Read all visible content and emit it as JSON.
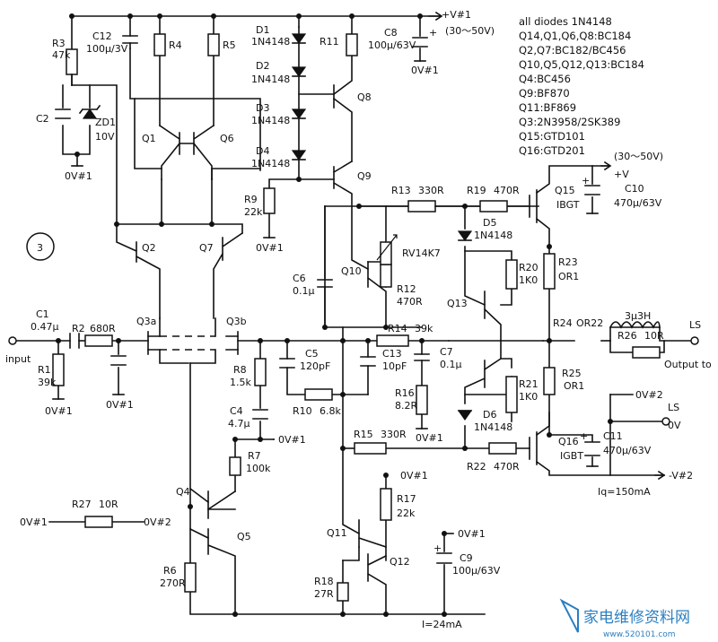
{
  "labels": {
    "vplus1": "+V#1",
    "vplus1_range": "(30～50V)",
    "gnd1": "0V#1",
    "vplus": "+V",
    "vplus_range": "(30～50V)",
    "vminus2": "-V#2",
    "gnd2": "0V#2",
    "input": "input",
    "ls": "LS",
    "ls0v": "0V",
    "output": "Output to",
    "iq": "Iq=150mA",
    "i24": "I=24mA",
    "circled": "3"
  },
  "notes": [
    "all diodes 1N4148",
    "Q14,Q1,Q6,Q8:BC184",
    "Q2,Q7:BC182/BC456",
    "Q10,Q5,Q12,Q13:BC184",
    "Q4:BC456",
    "Q9:BF870",
    "Q11:BF869",
    "Q3:2N3958/2SK389",
    "Q15:GTD101",
    "Q16:GTD201"
  ],
  "parts": {
    "r3": "R3",
    "r3v": "47k",
    "c12": "C12",
    "c12v": "100μ/3V",
    "r4": "R4",
    "r5": "R5",
    "d1": "D1",
    "d2": "D2",
    "d3": "D3",
    "d4": "D4",
    "dv": "1N4148",
    "r11": "R11",
    "c8": "C8",
    "c8v": "100μ/63V",
    "c2": "C2",
    "zd1": "ZD1",
    "zd1v": "10V",
    "q1": "Q1",
    "q6": "Q6",
    "q8": "Q8",
    "q9": "Q9",
    "r9": "R9",
    "r9v": "22k",
    "r13": "R13",
    "r13v": "330R",
    "r19": "R19",
    "r19v": "470R",
    "q15": "Q15",
    "q15t": "IBGT",
    "c10": "C10",
    "c10v": "470μ/63V",
    "q2": "Q2",
    "q7": "Q7",
    "rv1": "RV14K7",
    "d5": "D5",
    "d5v": "1N4148",
    "c6": "C6",
    "c6v": "0.1μ",
    "q10": "Q10",
    "r12": "R12",
    "r12v": "470R",
    "r20": "R20",
    "r20v": "1K0",
    "r23": "R23",
    "r23v": "OR1",
    "q13": "Q13",
    "l1": "3μ3H",
    "c1": "C1",
    "c1v": "0.47μ",
    "r2": "R2",
    "r2v": "680R",
    "q3a": "Q3a",
    "q3b": "Q3b",
    "r14": "R14",
    "r14v": "39k",
    "r24": "R24",
    "r24v": "OR22",
    "r26": "R26",
    "r26v": "10R",
    "r1": "R1",
    "r1v": "39k",
    "r8": "R8",
    "r8v": "1.5k",
    "c5": "C5",
    "c5v": "120pF",
    "c13": "C13",
    "c13v": "10pF",
    "c7": "C7",
    "c7v": "0.1μ",
    "r25": "R25",
    "r25v": "OR1",
    "c4": "C4",
    "c4v": "4.7μ",
    "r10": "R10",
    "r10v": "6.8k",
    "r16": "R16",
    "r16v": "8.2R",
    "r21": "R21",
    "r21v": "1K0",
    "d6": "D6",
    "d6v": "1N4148",
    "r15": "R15",
    "r15v": "330R",
    "q16": "Q16",
    "q16t": "IGBT",
    "c11": "C11",
    "c11v": "470μ/63V",
    "r7": "R7",
    "r7v": "100k",
    "r22": "R22",
    "r22v": "470R",
    "q4": "Q4",
    "q5": "Q5",
    "r27": "R27",
    "r27v": "10R",
    "r17": "R17",
    "r17v": "22k",
    "q11": "Q11",
    "q12": "Q12",
    "c9": "C9",
    "c9v": "100μ/63V",
    "r6": "R6",
    "r6v": "270R",
    "r18": "R18",
    "r18v": "27R"
  },
  "watermark": {
    "text": "家电维修资料网",
    "url": "www.520101.com"
  }
}
